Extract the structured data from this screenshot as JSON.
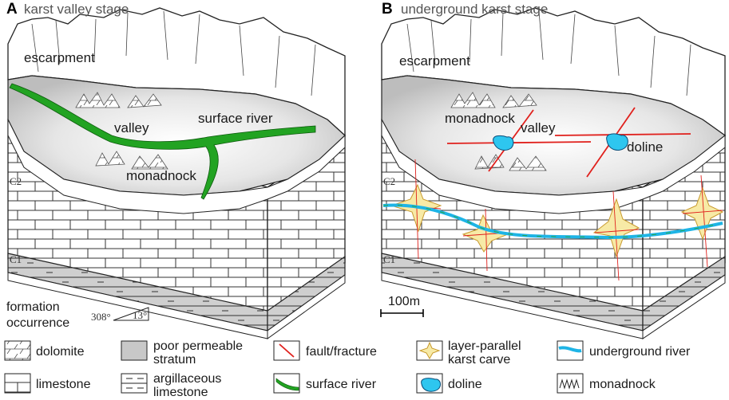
{
  "panel_a": {
    "letter": "A",
    "title": "karst valley stage",
    "labels": {
      "escarpment": "escarpment",
      "valley": "valley",
      "surface_river": "surface river",
      "monadnock": "monadnock",
      "c2": "C2",
      "c1": "C1"
    }
  },
  "panel_b": {
    "letter": "B",
    "title": "underground karst stage",
    "labels": {
      "escarpment": "escarpment",
      "monadnock": "monadnock",
      "valley": "valley",
      "doline": "doline",
      "c2": "C2",
      "c1": "C1"
    }
  },
  "formation": {
    "label_line1": "formation",
    "label_line2": "occurrence",
    "strike": "308°",
    "dip": "13°"
  },
  "scale": {
    "label": "100m"
  },
  "legend": {
    "dolomite": "dolomite",
    "limestone": "limestone",
    "poor_permeable_1": "poor permeable",
    "poor_permeable_2": "stratum",
    "argillaceous_1": "argillaceous",
    "argillaceous_2": "limestone",
    "fault": "fault/fracture",
    "surface_river": "surface river",
    "karst_carve_1": "layer-parallel",
    "karst_carve_2": "karst carve",
    "doline": "doline",
    "underground_river": "underground river",
    "monadnock": "monadnock"
  },
  "colors": {
    "river_green": "#22a322",
    "underground_blue": "#1eb4e6",
    "fault_red": "#e0201c",
    "carve_yellow": "#f7eaa6",
    "stratum_gray": "#c8c8c8"
  }
}
